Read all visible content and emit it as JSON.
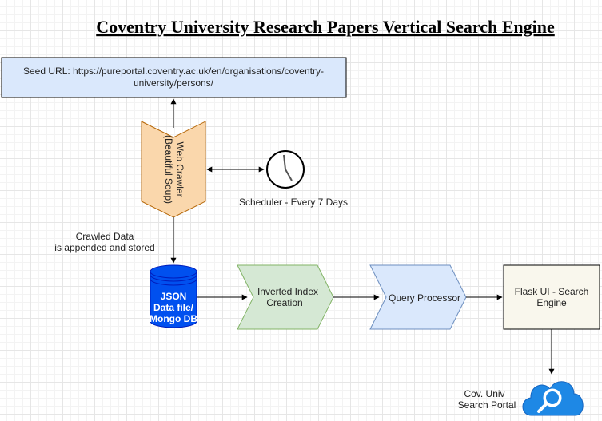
{
  "title": "Coventry University Research Papers Vertical Search Engine",
  "seed": {
    "line1": "Seed URL: https://pureportal.coventry.ac.uk/en/organisations/coventry-",
    "line2": "university/persons/"
  },
  "crawler": {
    "line1": "Web Crawler",
    "line2": "(Beautiful Soup)"
  },
  "scheduler": {
    "label": "Scheduler - Every 7 Days"
  },
  "crawled_note": {
    "line1": "Crawled Data",
    "line2": "is appended and stored"
  },
  "database": {
    "line1": "JSON",
    "line2": "Data file/",
    "line3": "Mongo DB"
  },
  "index": {
    "line1": "Inverted Index",
    "line2": "Creation"
  },
  "query": {
    "label": "Query Processor"
  },
  "flask": {
    "line1": "Flask UI - Search",
    "line2": "Engine"
  },
  "portal": {
    "line1": "Cov. Univ",
    "line2": "Search Portal"
  },
  "colors": {
    "seed_fill": "#dae8fc",
    "crawler_fill": "#fad7ac",
    "crawler_stroke": "#b46504",
    "db_fill": "#0050ef",
    "index_fill": "#d5e8d4",
    "index_stroke": "#82b366",
    "query_fill": "#dae8fc",
    "query_stroke": "#6c8ebf",
    "flask_fill": "#f9f7ed",
    "cloud_fill": "#1e88e5"
  }
}
